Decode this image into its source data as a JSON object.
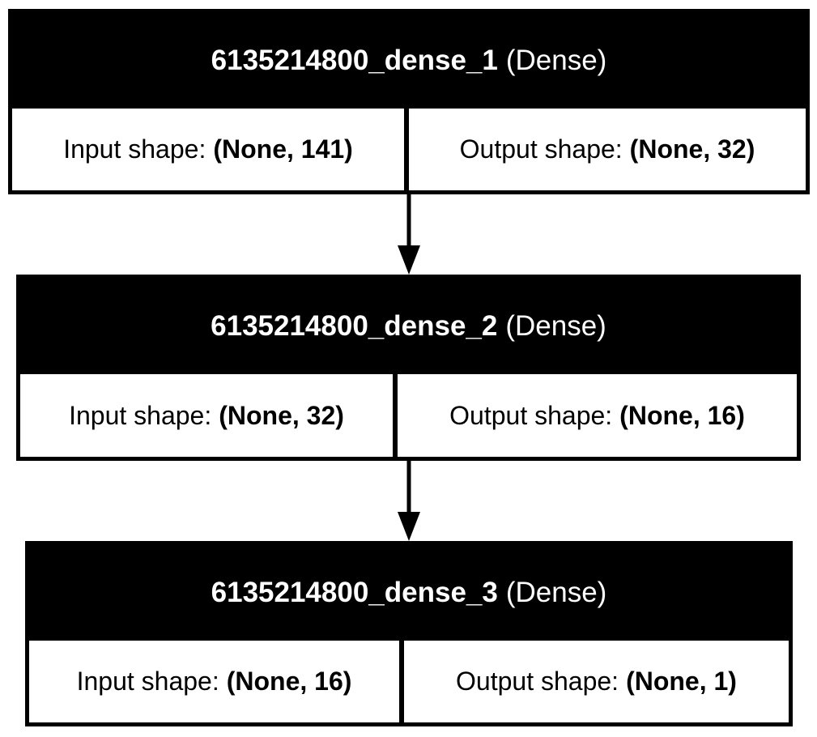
{
  "layers": [
    {
      "name": "6135214800_dense_1",
      "type": "(Dense)",
      "input_label": "Input shape:",
      "input_value": "(None, 141)",
      "output_label": "Output shape:",
      "output_value": "(None, 32)"
    },
    {
      "name": "6135214800_dense_2",
      "type": "(Dense)",
      "input_label": "Input shape:",
      "input_value": "(None, 32)",
      "output_label": "Output shape:",
      "output_value": "(None, 16)"
    },
    {
      "name": "6135214800_dense_3",
      "type": "(Dense)",
      "input_label": "Input shape:",
      "input_value": "(None, 16)",
      "output_label": "Output shape:",
      "output_value": "(None, 1)"
    }
  ],
  "colors": {
    "header_bg": "#000000",
    "header_text": "#ffffff",
    "border": "#000000",
    "body_bg": "#ffffff"
  }
}
